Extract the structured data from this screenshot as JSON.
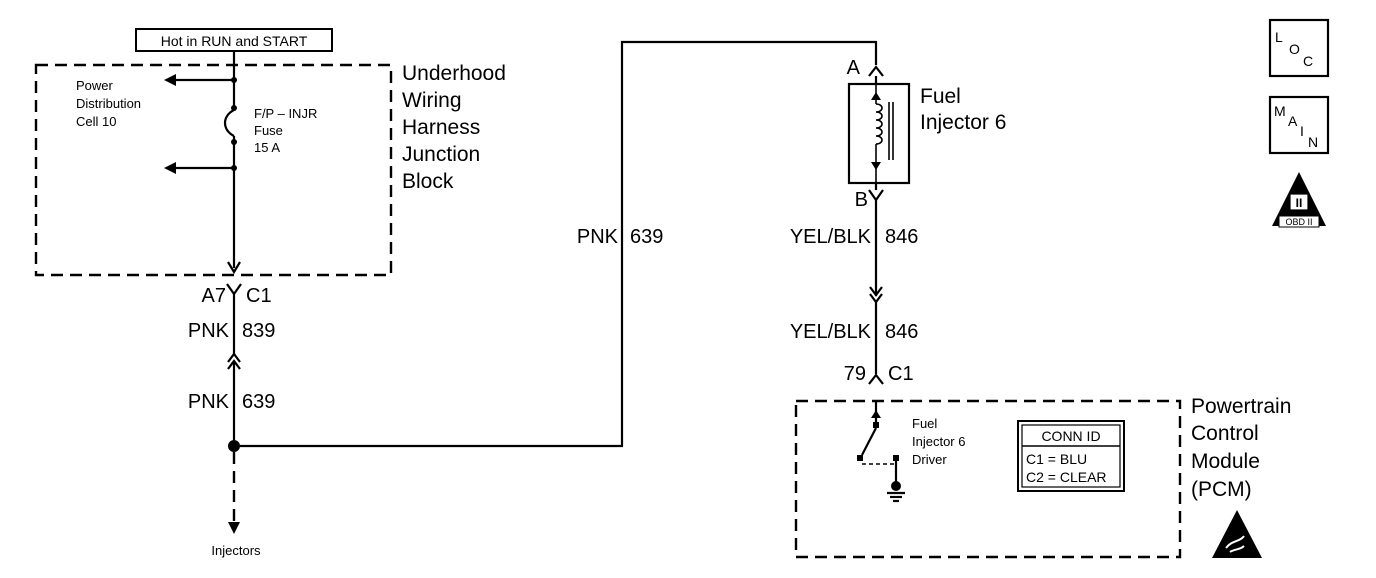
{
  "header": {
    "hot_label": "Hot in RUN and START"
  },
  "junction_block": {
    "name_lines": [
      "Underhood",
      "Wiring",
      "Harness",
      "Junction",
      "Block"
    ],
    "power_lines": [
      "Power",
      "Distribution",
      "Cell 10"
    ],
    "fuse_lines": [
      "F/P – INJR",
      "Fuse",
      "15 A"
    ]
  },
  "left_circuit": {
    "connector_pin": "A7",
    "connector_id": "C1",
    "wire1_color": "PNK",
    "wire1_number": "839",
    "wire2_color": "PNK",
    "wire2_number": "639",
    "injectors_label": "Injectors"
  },
  "mid_circuit": {
    "wire_color": "PNK",
    "wire_number": "639"
  },
  "injector": {
    "name_lines": [
      "Fuel",
      "Injector 6"
    ],
    "pin_a": "A",
    "pin_b": "B",
    "wire1_color": "YEL/BLK",
    "wire1_number": "846",
    "wire2_color": "YEL/BLK",
    "wire2_number": "846",
    "pcm_pin": "79",
    "pcm_connector": "C1"
  },
  "pcm": {
    "name_lines": [
      "Powertrain",
      "Control",
      "Module",
      "(PCM)"
    ],
    "driver_lines": [
      "Fuel",
      "Injector 6",
      "Driver"
    ],
    "conn_id": {
      "title": "CONN ID",
      "rows": [
        "C1 = BLU",
        "C2 = CLEAR"
      ]
    }
  },
  "side_icons": {
    "loc": {
      "letters": [
        "L",
        "O",
        "C"
      ]
    },
    "main": {
      "letters": [
        "M",
        "A",
        "I",
        "N"
      ]
    },
    "obd": {
      "numeral": "II",
      "label": "OBD II"
    }
  }
}
